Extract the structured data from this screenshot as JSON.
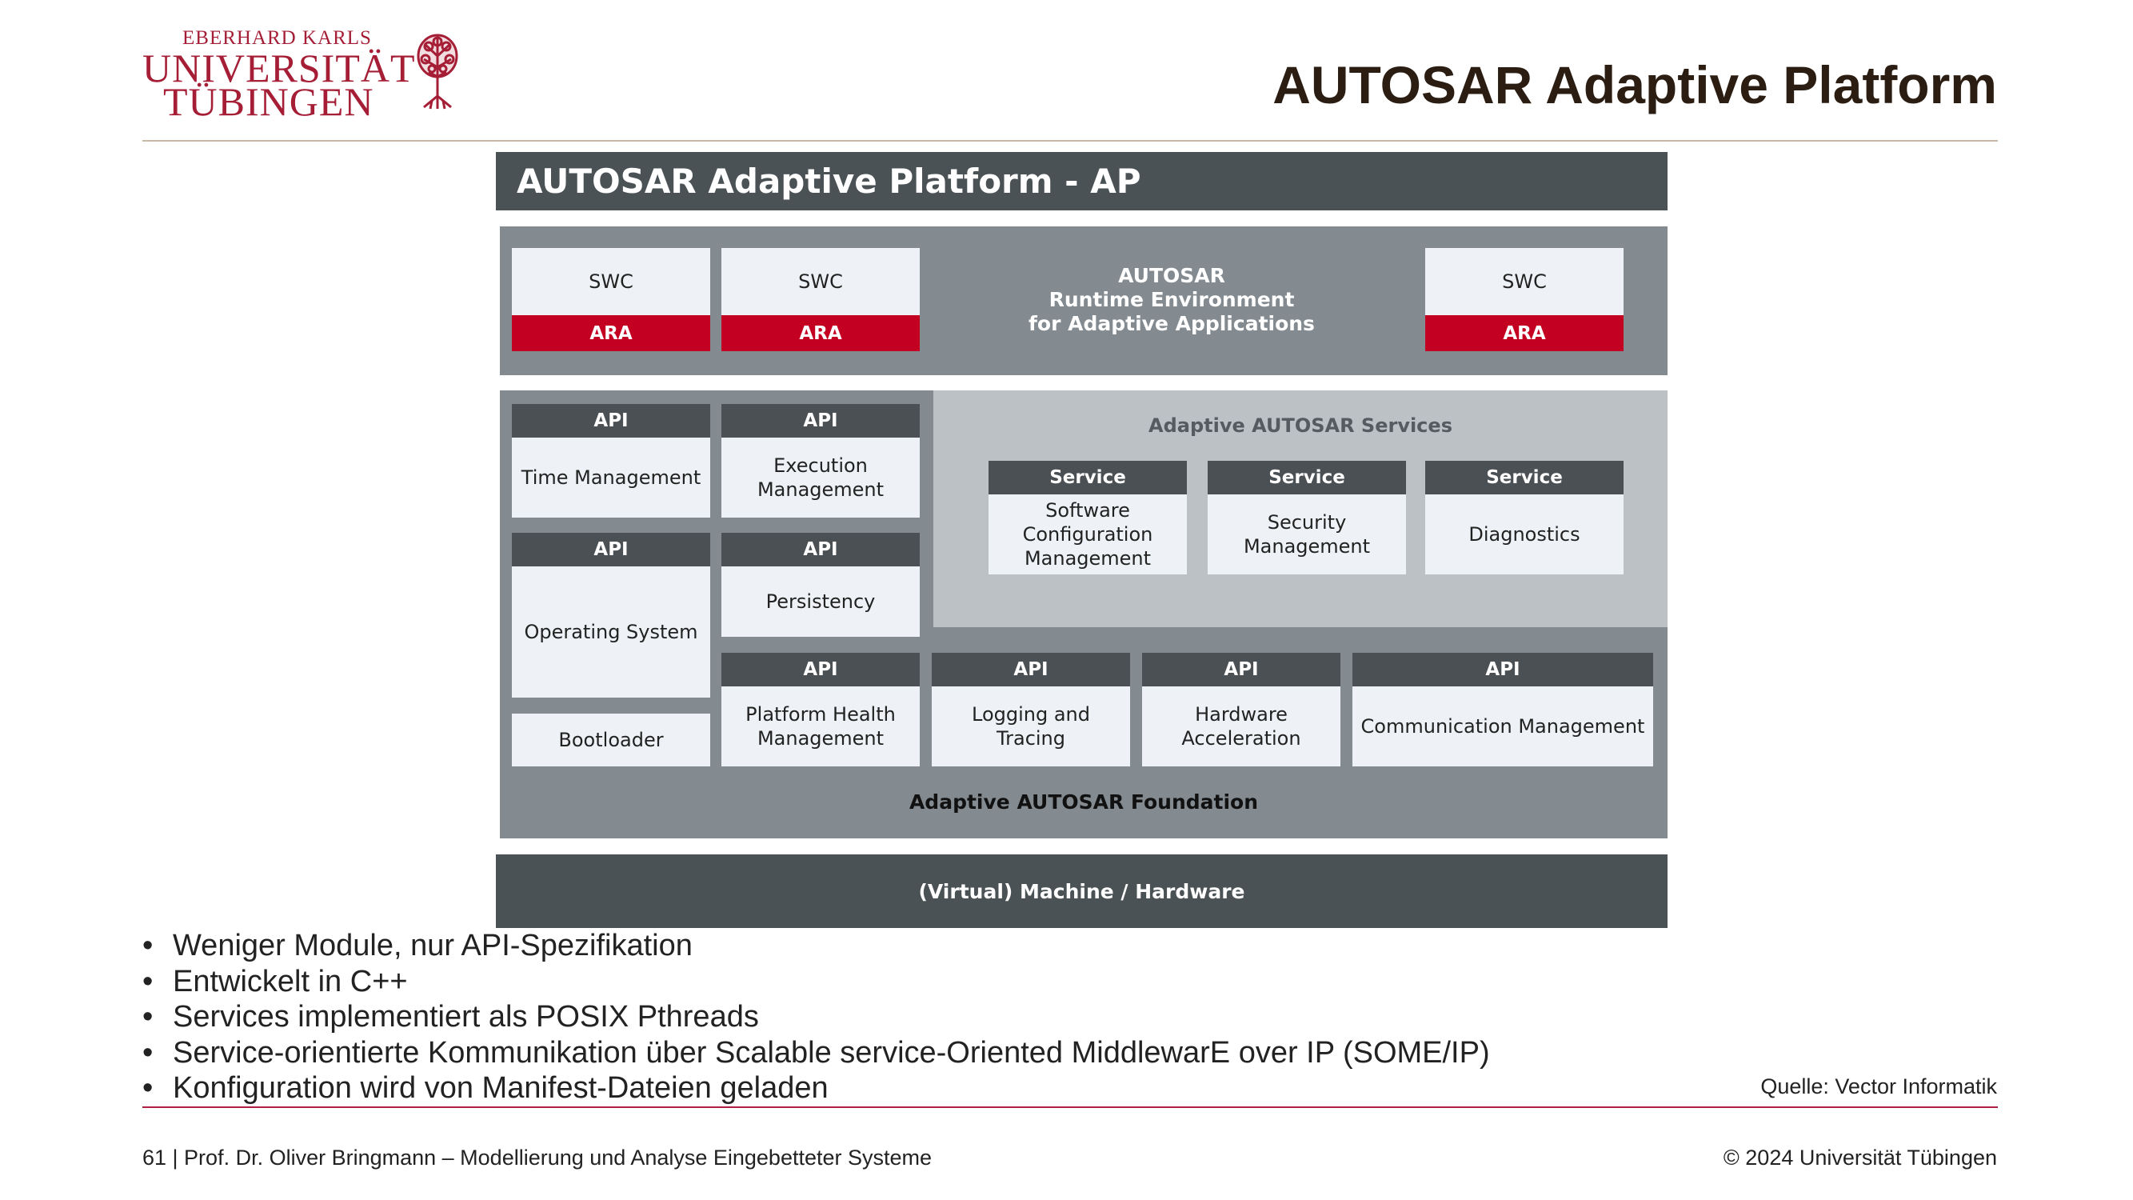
{
  "header": {
    "logo_line1": "EBERHARD KARLS",
    "logo_line2": "UNIVERSITÄT",
    "logo_line3": "TÜBINGEN",
    "title": "AUTOSAR Adaptive Platform"
  },
  "diagram": {
    "title": "AUTOSAR Adaptive Platform - AP",
    "swc_label": "SWC",
    "ara_label": "ARA",
    "runtime_line1": "AUTOSAR",
    "runtime_line2": "Runtime Environment",
    "runtime_line3": "for Adaptive Applications",
    "api_label": "API",
    "service_label": "Service",
    "services_title": "Adaptive AUTOSAR Services",
    "foundation_title": "Adaptive AUTOSAR Foundation",
    "modules": {
      "time_management": "Time Management",
      "execution_management": "Execution Management",
      "operating_system": "Operating System",
      "persistency": "Persistency",
      "bootloader": "Bootloader",
      "platform_health": "Platform Health Management",
      "logging": "Logging and Tracing",
      "hw_acceleration": "Hardware Acceleration",
      "communication": "Communication Management"
    },
    "services": {
      "software_config": "Software Configuration Management",
      "security": "Security Management",
      "diagnostics": "Diagnostics"
    },
    "hardware": "(Virtual) Machine / Hardware"
  },
  "bullets": [
    "Weniger Module, nur API-Spezifikation",
    "Entwickelt in C++",
    "Services implementiert als POSIX Pthreads",
    "Service-orientierte Kommunikation über Scalable service-Oriented MiddlewarE over IP (SOME/IP)",
    "Konfiguration wird von Manifest-Dateien geladen"
  ],
  "source": "Quelle: Vector Informatik",
  "footer": {
    "left": "61 | Prof. Dr. Oliver Bringmann – Modellierung und Analyse Eingebetteter Systeme",
    "right": "© 2024 Universität Tübingen"
  },
  "colors": {
    "accent_red": "#c40022",
    "dark_header": "#4b5256",
    "panel_gray": "#838b91",
    "light_panel": "#bcc1c5"
  }
}
